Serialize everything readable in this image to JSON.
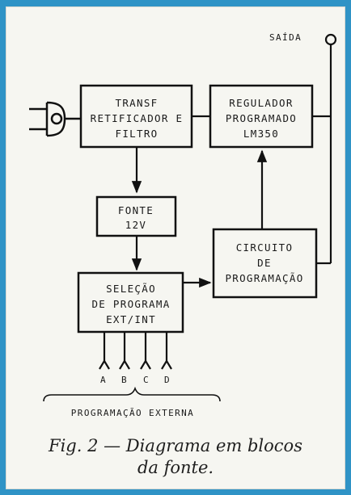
{
  "diagram": {
    "output_label": "SAÍDA",
    "blocks": {
      "transformer": [
        "TRANSF",
        "RETIFICADOR E",
        "FILTRO"
      ],
      "regulator": [
        "REGULADOR",
        "PROGRAMADO",
        "LM350"
      ],
      "supply_12v": [
        "FONTE",
        "12V"
      ],
      "program_circuit": [
        "CIRCUITO",
        "DE",
        "PROGRAMAÇÃO"
      ],
      "program_select": [
        "SELEÇÃO",
        "DE PROGRAMA",
        "EXT/INT"
      ]
    },
    "inputs": [
      "A",
      "B",
      "C",
      "D"
    ],
    "external_label": "PROGRAMAÇÃO EXTERNA"
  },
  "caption": {
    "line1": "Fig. 2 — Diagrama em blocos",
    "line2": "da fonte."
  }
}
